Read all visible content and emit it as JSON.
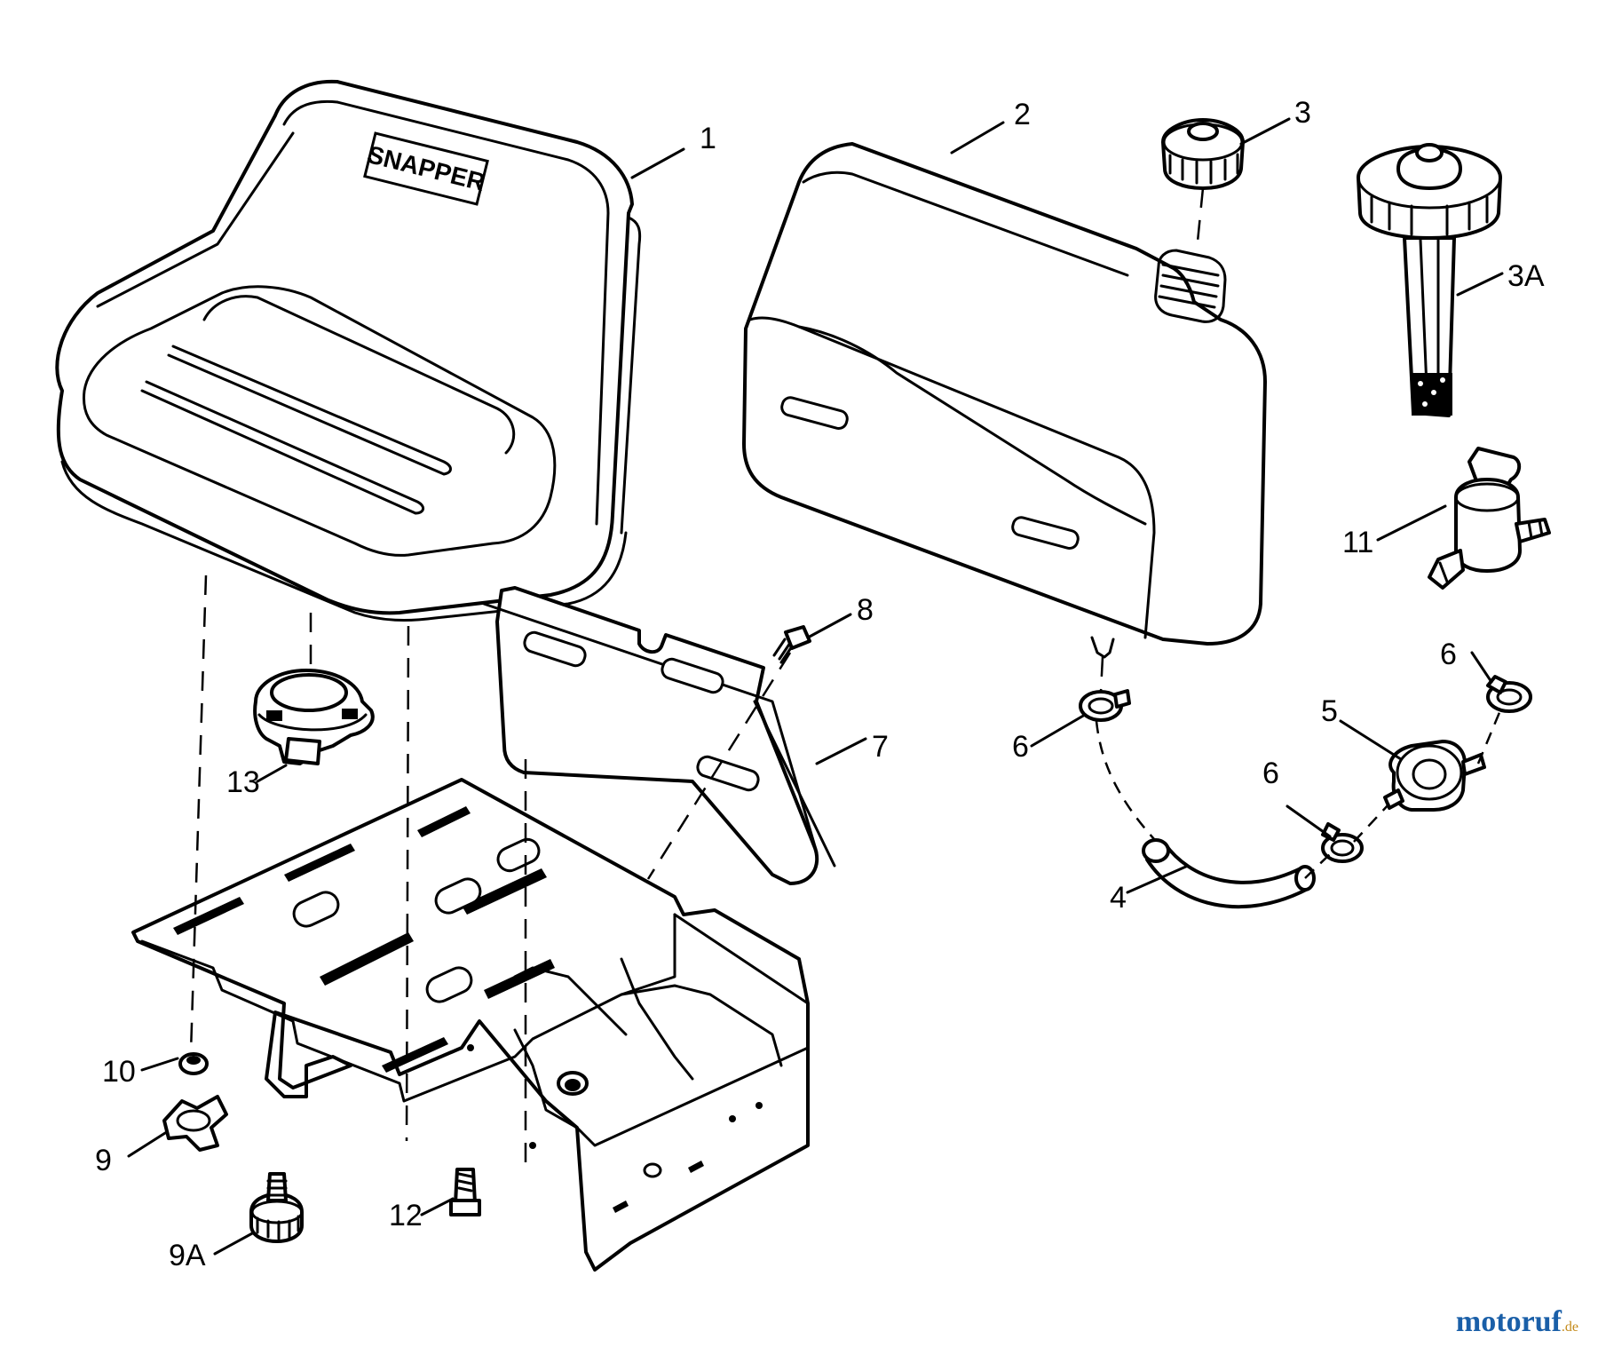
{
  "diagram": {
    "brand_label": "SNAPPER",
    "callouts": {
      "c1": "1",
      "c2": "2",
      "c3": "3",
      "c3a": "3A",
      "c4": "4",
      "c5": "5",
      "c6a": "6",
      "c6b": "6",
      "c6c": "6",
      "c7": "7",
      "c8": "8",
      "c9": "9",
      "c9a": "9A",
      "c10": "10",
      "c11": "11",
      "c12": "12",
      "c13": "13"
    }
  },
  "watermark": {
    "text": "motoruf",
    "suffix": ".de"
  }
}
